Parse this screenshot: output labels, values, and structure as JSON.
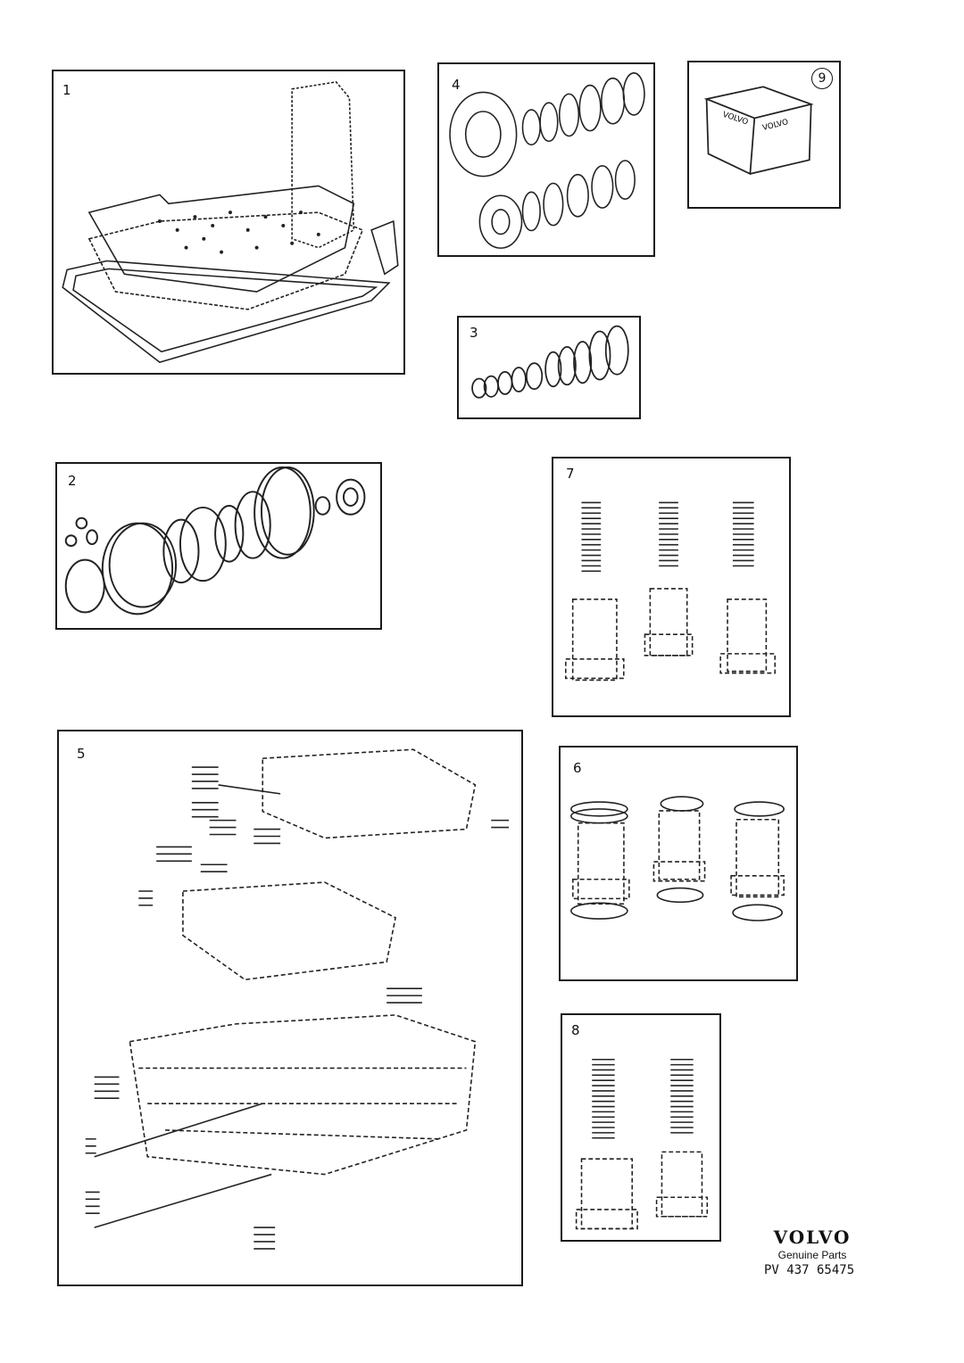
{
  "panels": [
    {
      "label": "1",
      "content": "gasket-set"
    },
    {
      "label": "2",
      "content": "o-ring-set"
    },
    {
      "label": "3",
      "content": "seal-ring-set"
    },
    {
      "label": "4",
      "content": "thrust-bearing-set"
    },
    {
      "label": "5",
      "content": "valve-body-springs"
    },
    {
      "label": "6",
      "content": "piston-seals"
    },
    {
      "label": "7",
      "content": "springs-and-pistons"
    },
    {
      "label": "8",
      "content": "springs-and-pistons"
    },
    {
      "label": "9",
      "content": "volvo-box",
      "box_text": "VOLVO"
    }
  ],
  "brand": {
    "logo": "VOLVO",
    "subtitle": "Genuine Parts",
    "code": "PV 437 65475"
  }
}
